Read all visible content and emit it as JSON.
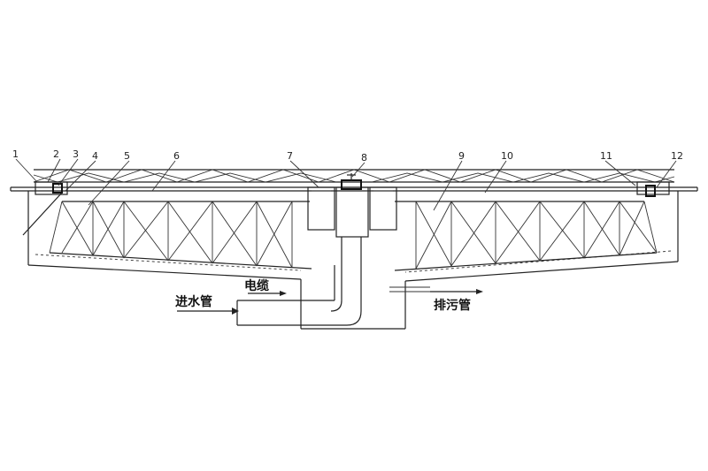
{
  "callouts": [
    "1",
    "2",
    "3",
    "4",
    "5",
    "6",
    "7",
    "8",
    "9",
    "10",
    "11",
    "12"
  ],
  "labels": {
    "inlet": "进水管",
    "cable": "电缆",
    "sludge": "排污管"
  }
}
